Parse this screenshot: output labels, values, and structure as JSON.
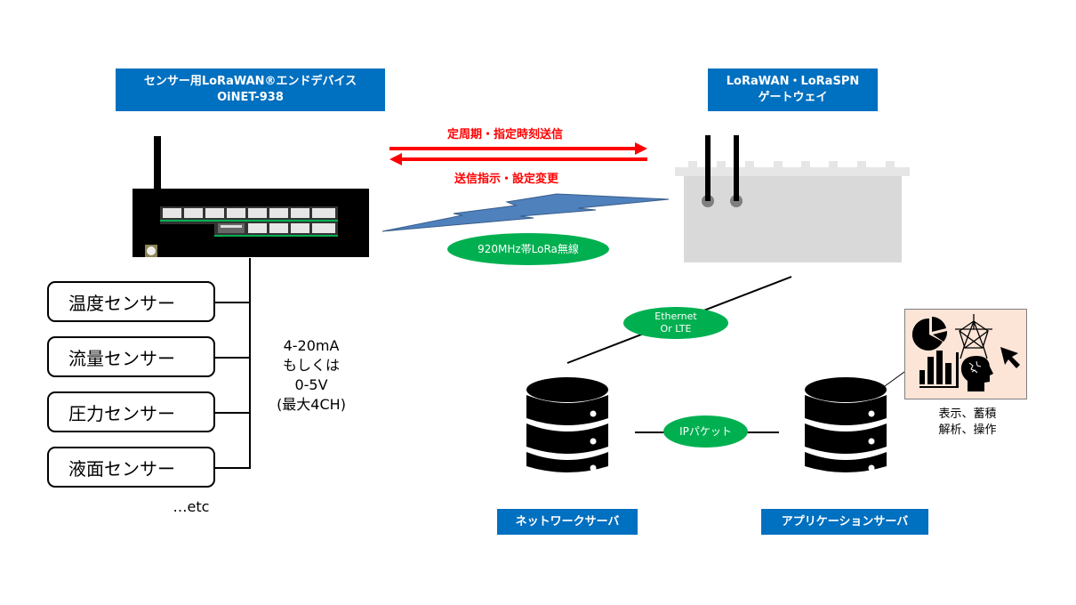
{
  "end_device": {
    "title_line1": "センサー用LoRaWAN®エンドデバイス",
    "title_line2": "OiNET-938"
  },
  "gateway": {
    "title_line1": "LoRaWAN・LoRaSPN",
    "title_line2": "ゲートウェイ"
  },
  "uplink_label": "定周期・指定時刻送信",
  "downlink_label": "送信指示・設定変更",
  "radio_label": "920MHz帯LoRa無線",
  "backhaul_label": {
    "line1": "Ethernet",
    "line2": "Or LTE"
  },
  "ip_label": "IPパケット",
  "sensors": [
    {
      "label": "温度センサー"
    },
    {
      "label": "流量センサー"
    },
    {
      "label": "圧力センサー"
    },
    {
      "label": "液面センサー"
    }
  ],
  "sensors_more": "…etc",
  "signal_spec": {
    "line1": "4-20mA",
    "line2": "もしくは",
    "line3": "0-5V",
    "line4": "(最大4CH)"
  },
  "network_server": {
    "label": "ネットワークサーバ"
  },
  "application_server": {
    "label": "アプリケーションサーバ"
  },
  "app_functions": {
    "line1": "表示、蓄積",
    "line2": "解析、操作"
  },
  "icons": [
    "antenna-icon",
    "pcb-terminal-icon",
    "lightning-bolt-icon",
    "database-server-icon",
    "pie-chart-icon",
    "radar-chart-icon",
    "bar-chart-icon",
    "brain-head-icon",
    "cursor-arrow-icon"
  ],
  "colors": {
    "label_blue": "#0070C0",
    "arrow_red": "#FF0000",
    "ellipse_green": "#00B050",
    "bolt_blue": "#4F81BD",
    "gateway_gray": "#D9D9D9",
    "app_panel_bg": "#FCE4D6"
  }
}
